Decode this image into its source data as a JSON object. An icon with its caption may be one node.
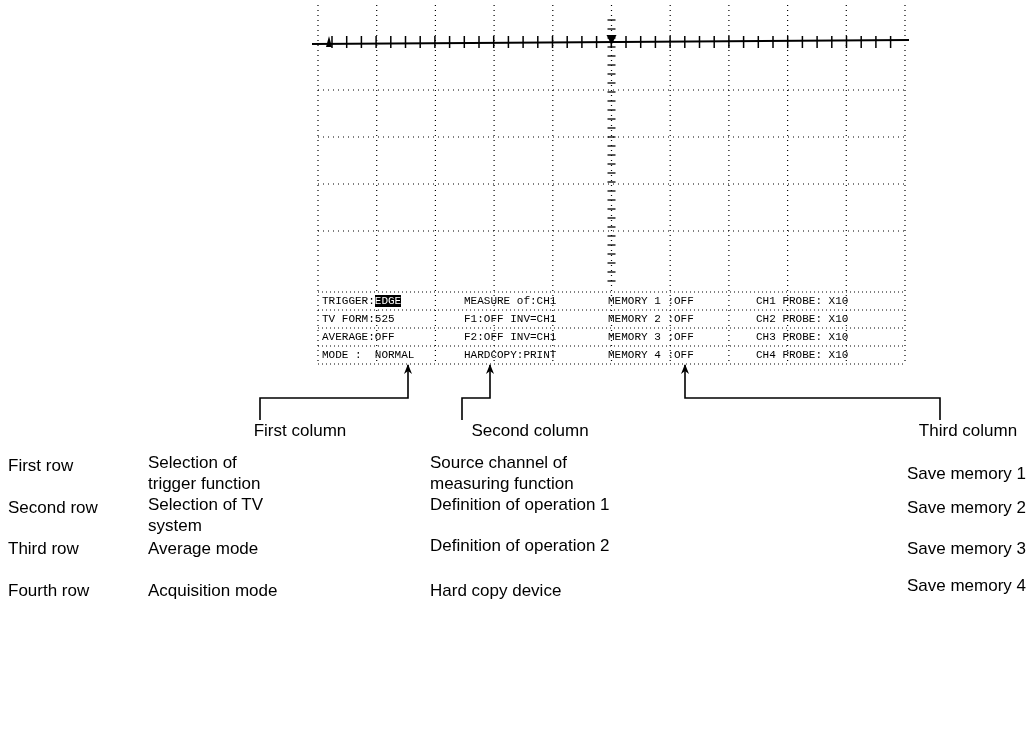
{
  "diagram": {
    "nodes": [
      {
        "text": [
          "TRIGGER:**EDGE**",
          "TV FORM:525",
          "AVERAGE:OFF",
          "MODE :  NORMAL"
        ]
      },
      {
        "text": [
          "MEASURE of:CH1",
          "F1:OFF INV=CH1",
          "F2:OFF INV=CH1",
          "HARDCOPY:PRINT"
        ]
      },
      {
        "text": [
          "MEMORY 1 :OFF",
          "MEMORY 2 :OFF",
          "MEMORY 3 :OFF",
          "MEMORY 4 :OFF"
        ]
      },
      {
        "text": [
          "CH1 PROBE: X10",
          "CH2 PROBE: X10",
          "CH3 PROBE: X10",
          "CH4 PROBE: X10"
        ]
      },
      {
        "text": [
          "First column"
        ]
      },
      {
        "text": [
          "Second column"
        ]
      },
      {
        "text": [
          "Third column"
        ]
      }
    ],
    "edges": [
      {
        "from": 4,
        "to": 0,
        "arrow": "to"
      },
      {
        "from": 5,
        "to": 1,
        "arrow": "to"
      },
      {
        "from": 6,
        "to": 2,
        "arrow": "to"
      }
    ],
    "labels": [
      "First row",
      "Selection of trigger function",
      "Source channel of measuring function",
      "Save memory 1",
      "Second row",
      "Selection of TV system",
      "Definition of operation 1",
      "Save memory 2",
      "Third row",
      "Average mode",
      "Definition of operation 2",
      "Save memory 3",
      "Fourth row",
      "Acquisition mode",
      "Hard copy device",
      "Save memory 4"
    ]
  }
}
